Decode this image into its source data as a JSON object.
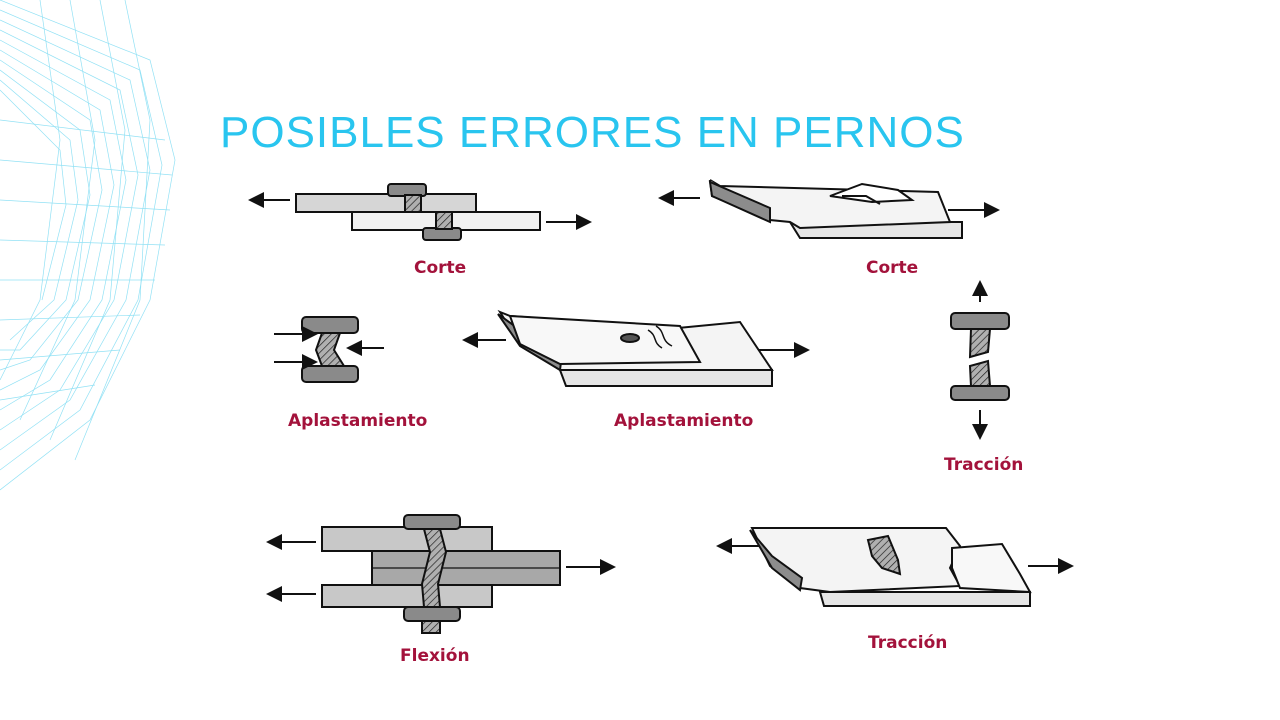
{
  "slide": {
    "title": "POSIBLES ERRORES EN PERNOS",
    "accent_color": "#29c5ef",
    "label_color": "#a3123b"
  },
  "diagrams": [
    {
      "label": "Corte",
      "icon": "bolt-shear-section-icon"
    },
    {
      "label": "Corte",
      "icon": "plate-shear-tearout-icon"
    },
    {
      "label": "Aplastamiento",
      "icon": "bolt-bearing-section-icon"
    },
    {
      "label": "Aplastamiento",
      "icon": "plate-bearing-icon"
    },
    {
      "label": "Tracción",
      "icon": "bolt-tension-icon"
    },
    {
      "label": "Flexión",
      "icon": "bolt-bending-icon"
    },
    {
      "label": "Tracción",
      "icon": "plate-tension-tear-icon"
    }
  ]
}
